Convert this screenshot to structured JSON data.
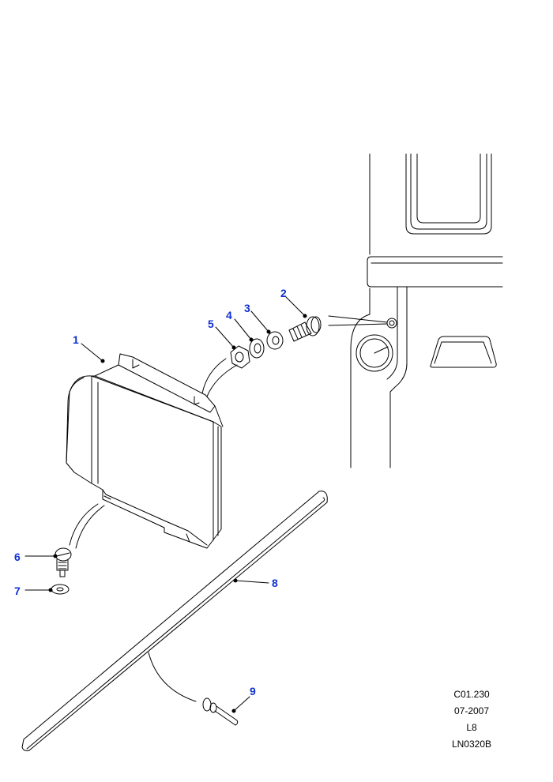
{
  "callouts": [
    {
      "number": "1"
    },
    {
      "number": "2"
    },
    {
      "number": "3"
    },
    {
      "number": "4"
    },
    {
      "number": "5"
    },
    {
      "number": "6"
    },
    {
      "number": "7"
    },
    {
      "number": "8"
    },
    {
      "number": "9"
    }
  ],
  "reference_block": {
    "code": "C01.230",
    "date": "07-2007",
    "model": "L8",
    "illustration_id": "LN0320B"
  },
  "colors": {
    "callout": "#1030d0",
    "line": "#000000",
    "background": "#ffffff"
  }
}
